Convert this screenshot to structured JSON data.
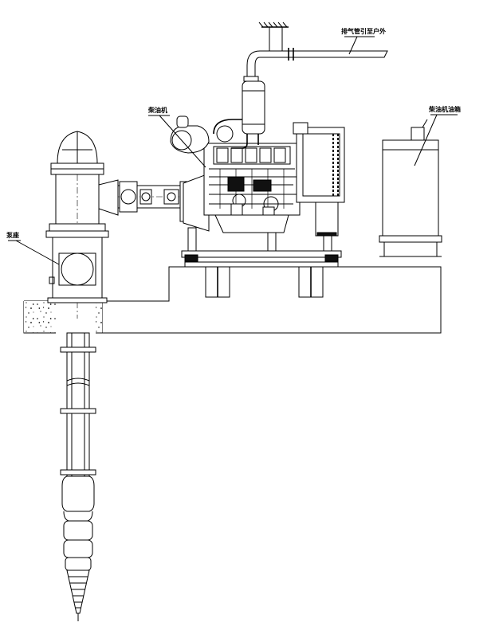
{
  "labels": {
    "exhaust": "排气管引至户外",
    "diesel_engine": "柴油机",
    "fuel_tank": "柴油机油箱",
    "pump": "泵座"
  }
}
